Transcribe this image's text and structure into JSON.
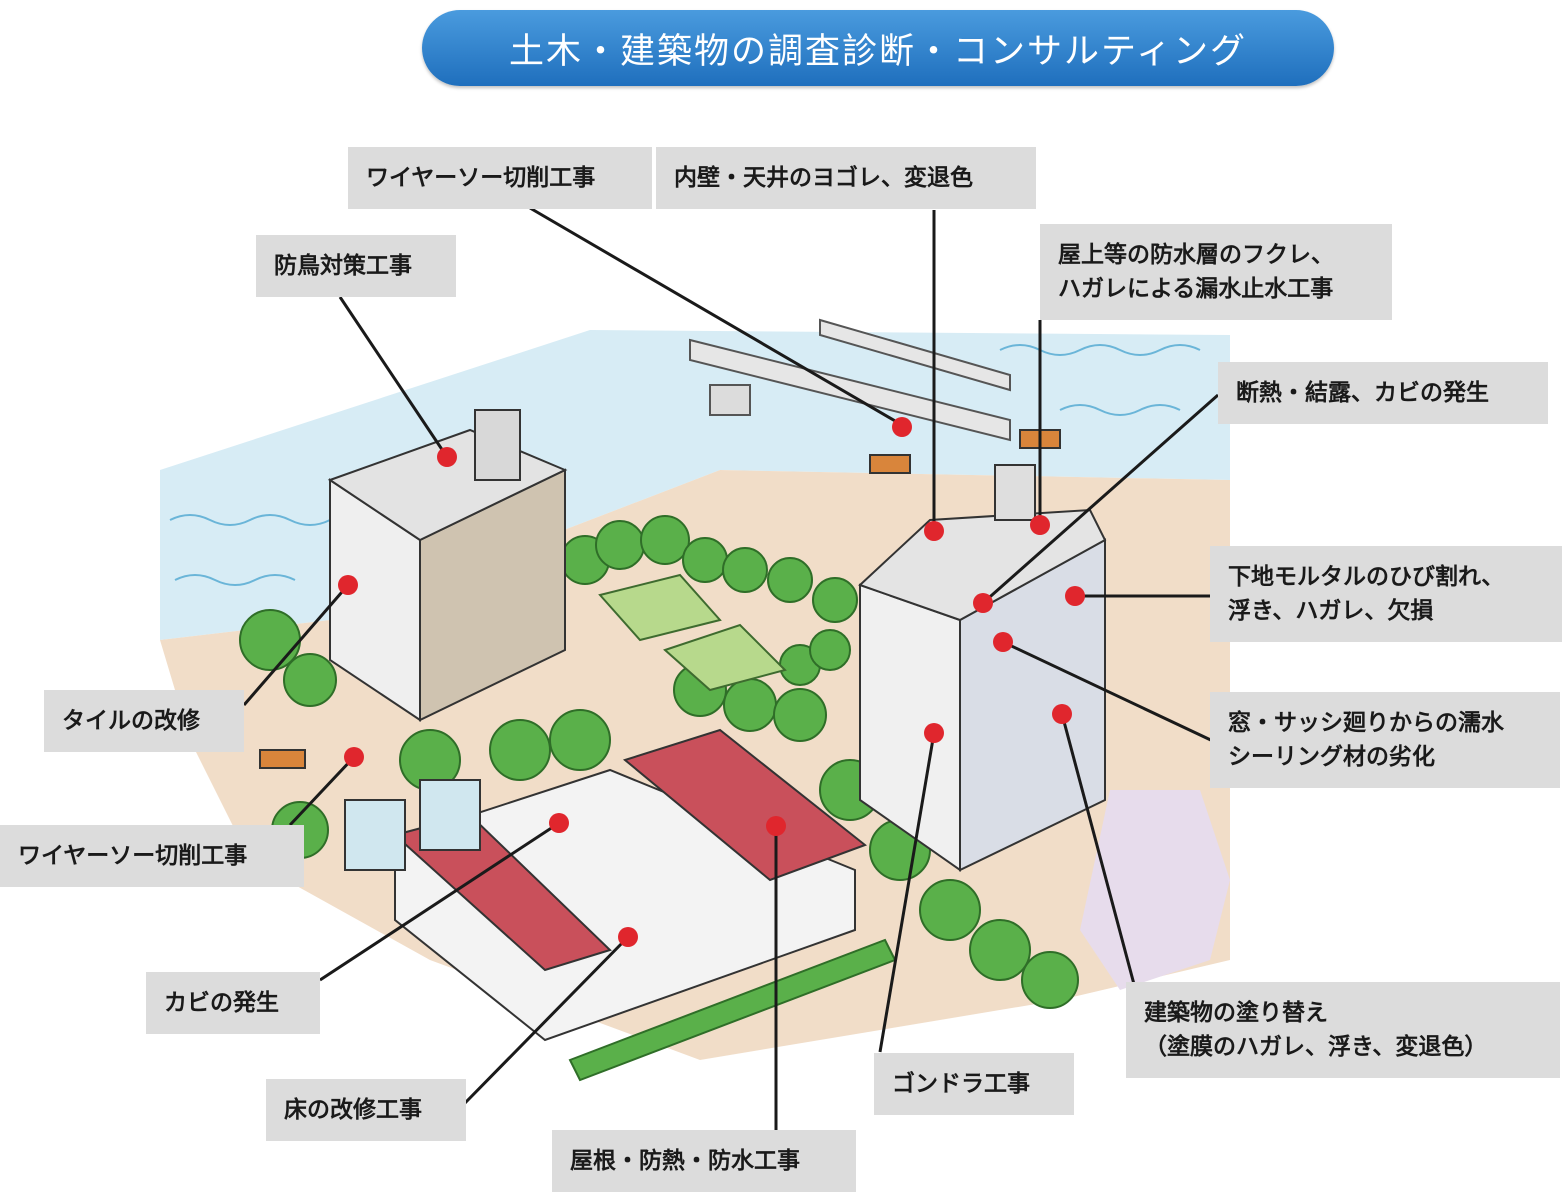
{
  "title": "土木・建築物の調査診断・コンサルティング",
  "colors": {
    "banner": "#2a7fcf",
    "label_bg": "#dcdcdc",
    "marker": "#e0262d",
    "water": "#d7ecf5",
    "ground": "#f1ddc8",
    "roof": "#c9505b",
    "tree": "#5ab04a"
  },
  "labels": {
    "wire_saw_top": [
      "ワイヤーソー切削工事"
    ],
    "inner_wall": [
      "内壁・天井のヨゴレ、変退色"
    ],
    "bird_control": [
      "防鳥対策工事"
    ],
    "waterproof_roof": [
      "屋上等の防水層のフクレ、",
      "ハガレによる漏水止水工事"
    ],
    "insulation": [
      "断熱・結露、カビの発生"
    ],
    "mortar": [
      "下地モルタルのひび割れ、",
      "浮き、ハガレ、欠損"
    ],
    "window_leak": [
      "窓・サッシ廻りからの濡水",
      "シーリング材の劣化"
    ],
    "tile": [
      "タイルの改修"
    ],
    "wire_saw_left": [
      "ワイヤーソー切削工事"
    ],
    "mold": [
      "カビの発生"
    ],
    "floor": [
      "床の改修工事"
    ],
    "roof_work": [
      "屋根・防熱・防水工事"
    ],
    "gondola": [
      "ゴンドラ工事"
    ],
    "repaint": [
      "建築物の塗り替え",
      "（塗膜のハガレ、浮き、変退色）"
    ]
  }
}
